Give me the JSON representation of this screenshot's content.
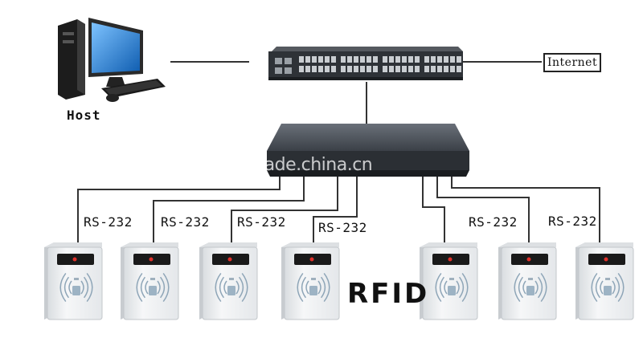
{
  "labels": {
    "host": "Host",
    "internet": "Internet",
    "rfid": "RFID",
    "watermark": "trade.china.cn"
  },
  "readers": [
    {
      "link_label": "RS-232"
    },
    {
      "link_label": "RS-232"
    },
    {
      "link_label": "RS-232"
    },
    {
      "link_label": "RS-232"
    },
    {
      "link_label": ""
    },
    {
      "link_label": "RS-232"
    },
    {
      "link_label": "RS-232"
    }
  ],
  "icons": {
    "host": "desktop-computer-icon",
    "switch": "network-switch-icon",
    "hub": "network-hub-icon",
    "reader": "rfid-reader-icon"
  },
  "colors": {
    "line": "#333333",
    "device_dark": "#3c4148",
    "reader_body": "#eef0f2",
    "reader_window": "#1a1a1a",
    "reader_led": "#e0302a",
    "monitor_screen": "#1e7fd6"
  }
}
